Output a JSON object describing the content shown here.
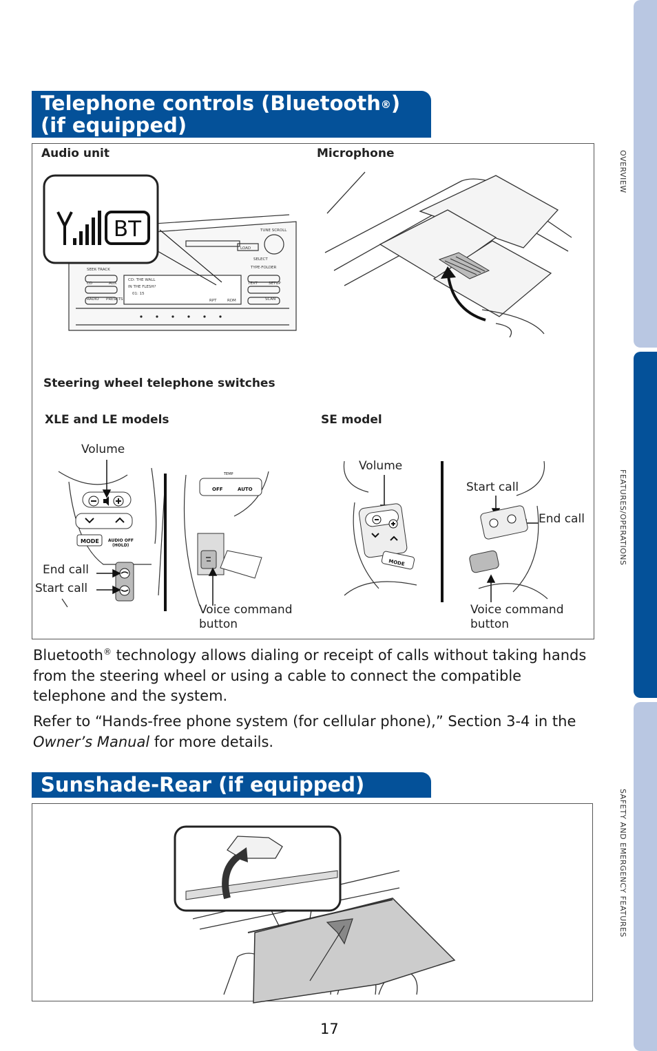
{
  "side_tabs": {
    "overview": "OVERVIEW",
    "features": "FEATURES/OPERATIONS",
    "safety": "SAFETY AND EMERGENCY FEATURES"
  },
  "telephone": {
    "title_main": "Telephone controls (Bluetooth",
    "title_reg": "®",
    "title_close": ")",
    "title_line2": "(if equipped)",
    "audio_unit": "Audio unit",
    "microphone": "Microphone",
    "bt_badge": "BT",
    "steering_switches": "Steering wheel telephone switches",
    "xle_le": "XLE and LE models",
    "se_model": "SE model",
    "volume": "Volume",
    "end_call": "End call",
    "start_call": "Start call",
    "voice_line1": "Voice command",
    "voice_line2": "button",
    "audio_screen": {
      "line1": "CD: THE WALL",
      "line2": "IN THE FLESH?",
      "line3": "01: 15"
    },
    "audio_buttons": {
      "tune_scroll": "TUNE SCROLL",
      "load": "LOAD",
      "seek_track": "SEEK·TRACK",
      "type_folder": "TYPE·FOLDER",
      "cd": "CD",
      "aux": "AUX",
      "radio": "RADIO",
      "presets": "PRESETS",
      "text": "TEXT",
      "setup": "SETUP",
      "scan": "SCAN",
      "rpt": "RPT",
      "rdm": "RDM",
      "select": "SELECT"
    },
    "switch_buttons": {
      "mode": "MODE",
      "audio_off": "AUDIO OFF",
      "hold": "(HOLD)",
      "off": "OFF",
      "auto": "AUTO",
      "temp": "TEMP"
    }
  },
  "body": {
    "p1_a": "Bluetooth",
    "p1_reg": "®",
    "p1_b": " technology allows dialing or receipt of calls without taking hands from the steering wheel or using a cable to connect the compatible telephone and the system.",
    "p2_a": "Refer to “Hands-free phone system (for cellular phone),” Section 3-4 in the ",
    "p2_em": "Owner’s Manual",
    "p2_b": " for more details."
  },
  "sunshade": {
    "title": "Sunshade-Rear (if equipped)"
  },
  "page_number": "17",
  "colors": {
    "brand_blue": "#045199",
    "tab_light": "#b9c7e2"
  }
}
